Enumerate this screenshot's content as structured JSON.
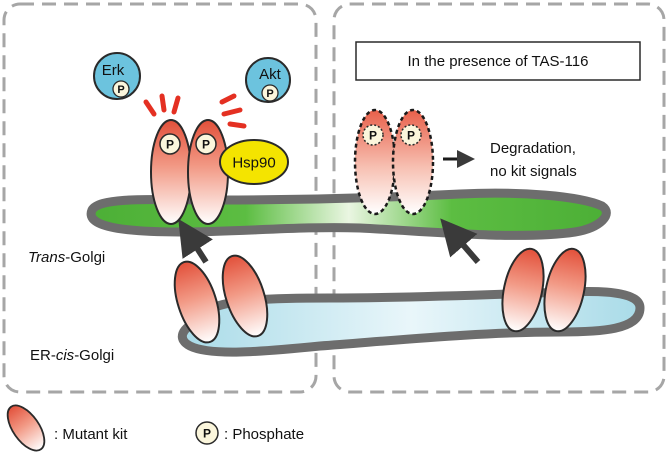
{
  "panels": {
    "left": {
      "erk_label": "Erk",
      "akt_label": "Akt",
      "hsp90_label": "Hsp90",
      "trans_golgi_italic": "Trans",
      "trans_golgi_suffix": "-Golgi",
      "er_prefix": "ER-",
      "er_italic": "cis",
      "er_suffix": "-Golgi"
    },
    "right": {
      "condition_label": "In the presence of TAS-116",
      "outcome_line1": "Degradation,",
      "outcome_line2": "no kit signals"
    }
  },
  "phosphate_symbol": "P",
  "legend": {
    "mutant_kit_label": ": Mutant kit",
    "phosphate_label": ": Phosphate"
  },
  "colors": {
    "golgi_green": "#4caf36",
    "er_blue": "#a9dbe8",
    "membrane_gray": "#6d6d6d",
    "kit_red": "#e2503a",
    "kinase_blue": "#6cc3de",
    "hsp90_yellow": "#f4e400",
    "signal_red": "#e43022",
    "phosphate_fill": "#fbf6dc"
  }
}
